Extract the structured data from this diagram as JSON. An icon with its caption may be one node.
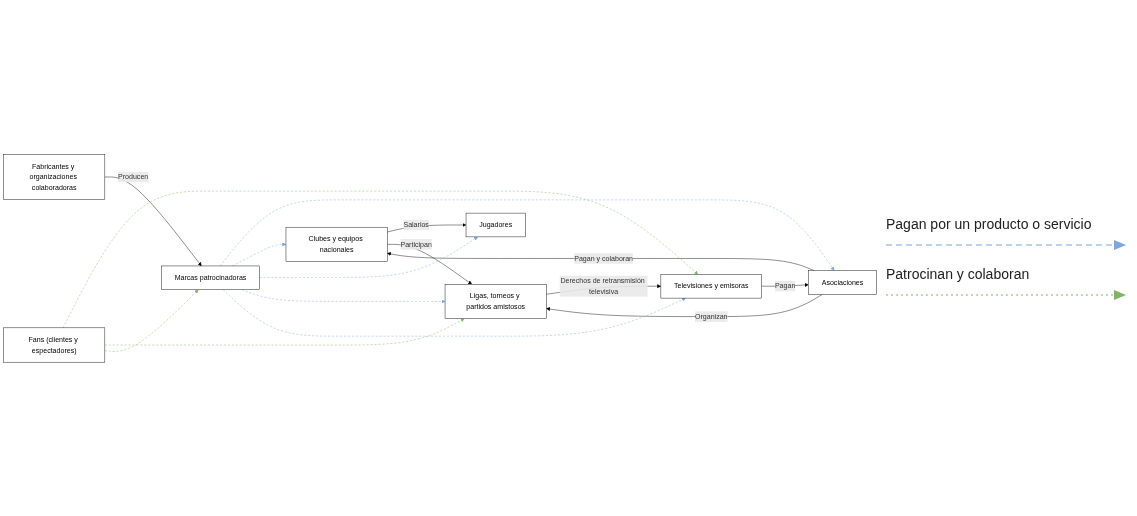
{
  "diagram": {
    "nodes": [
      {
        "text": [
          "Clubes y equipos nacionales"
        ]
      },
      {
        "text": [
          "Jugadores"
        ]
      },
      {
        "text": [
          "Asociaciones"
        ]
      },
      {
        "text": [
          "Ligas, torneos y partidos amistosos"
        ]
      },
      {
        "text": [
          "Marcas patrocinadoras"
        ]
      },
      {
        "text": [
          "Fabricantes y organizaciones colaboradoras"
        ]
      },
      {
        "text": [
          "Televisiones y emisoras"
        ]
      },
      {
        "text": [
          "Fans (clientes y espectadores)"
        ]
      }
    ],
    "edges": [
      {
        "from": 2,
        "to": 0,
        "arrow": "to",
        "label": "Pagan y colaboran"
      },
      {
        "from": 0,
        "to": 1,
        "arrow": "to",
        "label": "Salarios"
      },
      {
        "from": 0,
        "to": 3,
        "arrow": "to",
        "label": "Participan"
      },
      {
        "from": 2,
        "to": 3,
        "arrow": "to",
        "label": "Organizan"
      },
      {
        "from": 3,
        "to": 6,
        "arrow": "to",
        "label": "Derechos de retransmisión televisiva"
      },
      {
        "from": 6,
        "to": 2,
        "arrow": "to",
        "label": "Pagan"
      },
      {
        "from": 5,
        "to": 4,
        "arrow": "to",
        "label": "Producen"
      },
      {
        "from": 4,
        "to": 2,
        "arrow": "to",
        "style": "dashed",
        "color": "#7ea6e0"
      },
      {
        "from": 4,
        "to": 0,
        "arrow": "to",
        "style": "dashed",
        "color": "#7ea6e0"
      },
      {
        "from": 4,
        "to": 1,
        "arrow": "to",
        "style": "dashed",
        "color": "#7ea6e0"
      },
      {
        "from": 4,
        "to": 3,
        "arrow": "to",
        "style": "dashed",
        "color": "#7ea6e0"
      },
      {
        "from": 4,
        "to": 6,
        "arrow": "to",
        "style": "dashed",
        "color": "#7ea6e0"
      },
      {
        "from": 7,
        "to": 6,
        "arrow": "to",
        "style": "dashed",
        "color": "#82b366"
      },
      {
        "from": 7,
        "to": 3,
        "arrow": "to",
        "style": "dashed",
        "color": "#82b366"
      },
      {
        "from": 7,
        "to": 4,
        "arrow": "to",
        "style": "dashed",
        "color": "#82b366"
      }
    ],
    "legend": [
      {
        "text": "Pagan por un producto o servicio"
      },
      {
        "text": "Patrocinan y colaboran"
      }
    ]
  }
}
